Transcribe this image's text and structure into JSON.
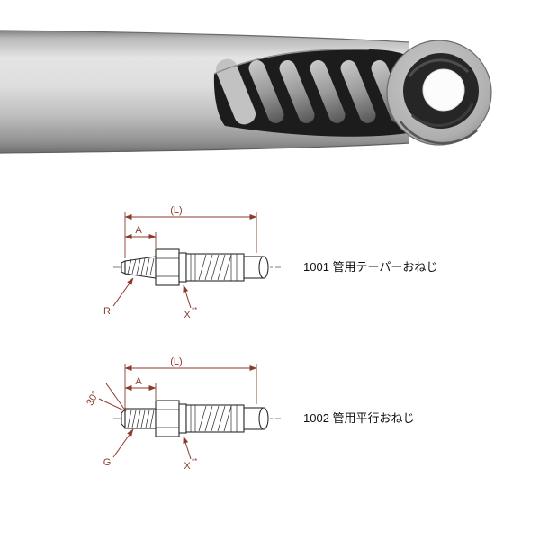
{
  "colors": {
    "dimension_line": "#8c3a2c",
    "drawing_line": "#2b2b2b",
    "background": "#ffffff"
  },
  "hose_photo": {
    "name": "hydraulic-hose-cutaway-photo"
  },
  "diagrams": [
    {
      "caption": "1001 管用テーパーおねじ",
      "labels": {
        "overall_length": "(L)",
        "thread_length": "A",
        "thread": "R",
        "x_dim": "X",
        "x_dim_sup": "**"
      }
    },
    {
      "caption": "1002 管用平行おねじ",
      "labels": {
        "overall_length": "(L)",
        "thread_length": "A",
        "thread": "G",
        "x_dim": "X",
        "x_dim_sup": "**",
        "chamfer_angle": "30°"
      }
    }
  ]
}
